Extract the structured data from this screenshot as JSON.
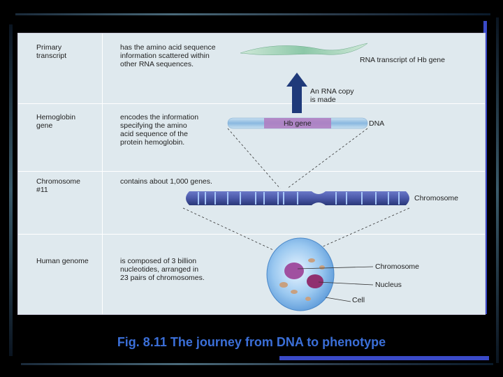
{
  "rows": [
    {
      "label": "Primary\ntranscript",
      "desc": "has the amino acid sequence\ninformation scattered within\nother RNA sequences."
    },
    {
      "label": "Hemoglobin\ngene",
      "desc": "encodes the information\nspecifying the amino\nacid sequence of the\nprotein hemoglobin."
    },
    {
      "label": "Chromosome\n#11",
      "desc": "contains about 1,000 genes."
    },
    {
      "label": "Human genome",
      "desc": "is composed of 3 billion\nnucleotides, arranged in\n23 pairs of chromosomes."
    }
  ],
  "callouts": {
    "rna_transcript": "RNA transcript of Hb gene",
    "rna_copy": "An RNA copy\nis made",
    "dna": "DNA",
    "hb_gene": "Hb gene",
    "chromosome_band": "Chromosome",
    "chromosome_cell": "Chromosome",
    "nucleus": "Nucleus",
    "cell": "Cell"
  },
  "caption": "Fig. 8.11  The journey from DNA to phenotype",
  "colors": {
    "accent": "#3b6fd8",
    "panel": "#dfe9ee",
    "arrow": "#1f3a7a",
    "gene": "#b07ac0"
  }
}
